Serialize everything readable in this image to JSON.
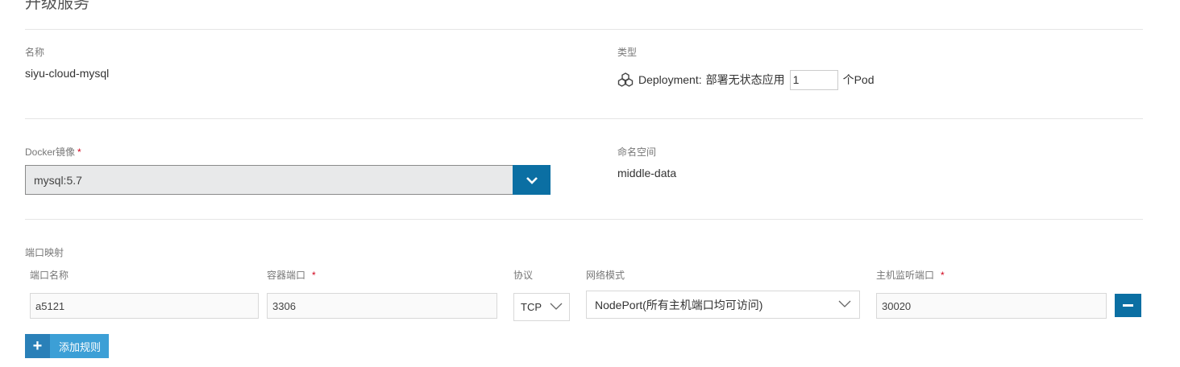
{
  "page": {
    "title": "升级服务"
  },
  "name": {
    "label": "名称",
    "value": "siyu-cloud-mysql"
  },
  "type": {
    "label": "类型",
    "kind": "Deployment:",
    "description": "部署无状态应用",
    "replicas": "1",
    "suffix": "个Pod",
    "icon": "deployment-icon"
  },
  "docker": {
    "label": "Docker镜像",
    "required_mark": "*",
    "value": "mysql:5.7",
    "icon": "chevron-down-icon"
  },
  "namespace": {
    "label": "命名空间",
    "value": "middle-data"
  },
  "ports": {
    "section_label": "端口映射",
    "headers": {
      "port_name": "端口名称",
      "container_port": "容器端口",
      "protocol": "协议",
      "network_mode": "网络模式",
      "host_port": "主机监听端口"
    },
    "required_mark": "*",
    "rows": [
      {
        "port_name": "a5121",
        "container_port": "3306",
        "protocol": "TCP",
        "network_mode": "NodePort(所有主机端口均可访问)",
        "host_port": "30020"
      }
    ]
  },
  "actions": {
    "add_rule": "添加规则",
    "add_icon": "plus-icon",
    "remove_icon": "minus-icon"
  },
  "colors": {
    "primary": "#0b6fa3",
    "add_button": "#3c9fd6",
    "required": "#d0021b"
  }
}
